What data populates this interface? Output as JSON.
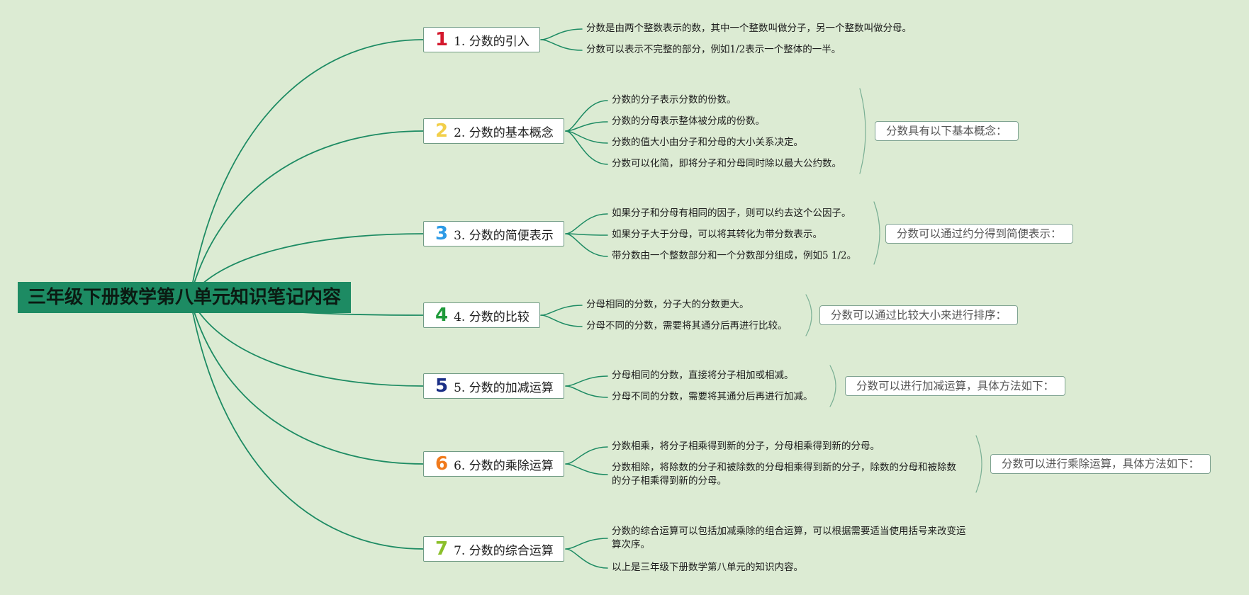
{
  "root": {
    "title": "三年级下册数学第八单元知识笔记内容"
  },
  "colors": {
    "line": "#1d8b63",
    "bracket": "#7aaf94",
    "root_bg": "#1d8b63",
    "background": "#dcebd3"
  },
  "branches": [
    {
      "number": "1",
      "number_color": "#d4182d",
      "label": "1. 分数的引入",
      "items": [
        "分数是由两个整数表示的数，其中一个整数叫做分子，另一个整数叫做分母。",
        "分数可以表示不完整的部分，例如1/2表示一个整体的一半。"
      ]
    },
    {
      "number": "2",
      "number_color": "#f2cf4a",
      "label": "2. 分数的基本概念",
      "summary": "分数具有以下基本概念：",
      "items": [
        "分数的分子表示分数的份数。",
        "分数的分母表示整体被分成的份数。",
        "分数的值大小由分子和分母的大小关系决定。",
        "分数可以化简，即将分子和分母同时除以最大公约数。"
      ]
    },
    {
      "number": "3",
      "number_color": "#2e9be6",
      "label": "3. 分数的简便表示",
      "summary": "分数可以通过约分得到简便表示：",
      "items": [
        "如果分子和分母有相同的因子，则可以约去这个公因子。",
        "如果分子大于分母，可以将其转化为带分数表示。",
        "带分数由一个整数部分和一个分数部分组成，例如5 1/2。"
      ]
    },
    {
      "number": "4",
      "number_color": "#1f9a3a",
      "label": "4. 分数的比较",
      "summary": "分数可以通过比较大小来进行排序：",
      "items": [
        "分母相同的分数，分子大的分数更大。",
        "分母不同的分数，需要将其通分后再进行比较。"
      ]
    },
    {
      "number": "5",
      "number_color": "#1b2f86",
      "label": "5. 分数的加减运算",
      "summary": "分数可以进行加减运算，具体方法如下：",
      "items": [
        "分母相同的分数，直接将分子相加或相减。",
        "分母不同的分数，需要将其通分后再进行加减。"
      ]
    },
    {
      "number": "6",
      "number_color": "#f07a1c",
      "label": "6. 分数的乘除运算",
      "summary": "分数可以进行乘除运算，具体方法如下：",
      "items": [
        "分数相乘，将分子相乘得到新的分子，分母相乘得到新的分母。",
        "分数相除，将除数的分子和被除数的分母相乘得到新的分子，除数的分母和被除数的分子相乘得到新的分母。"
      ]
    },
    {
      "number": "7",
      "number_color": "#8bbf2a",
      "label": "7. 分数的综合运算",
      "items": [
        "分数的综合运算可以包括加减乘除的组合运算，可以根据需要适当使用括号来改变运算次序。",
        "以上是三年级下册数学第八单元的知识内容。"
      ]
    }
  ]
}
